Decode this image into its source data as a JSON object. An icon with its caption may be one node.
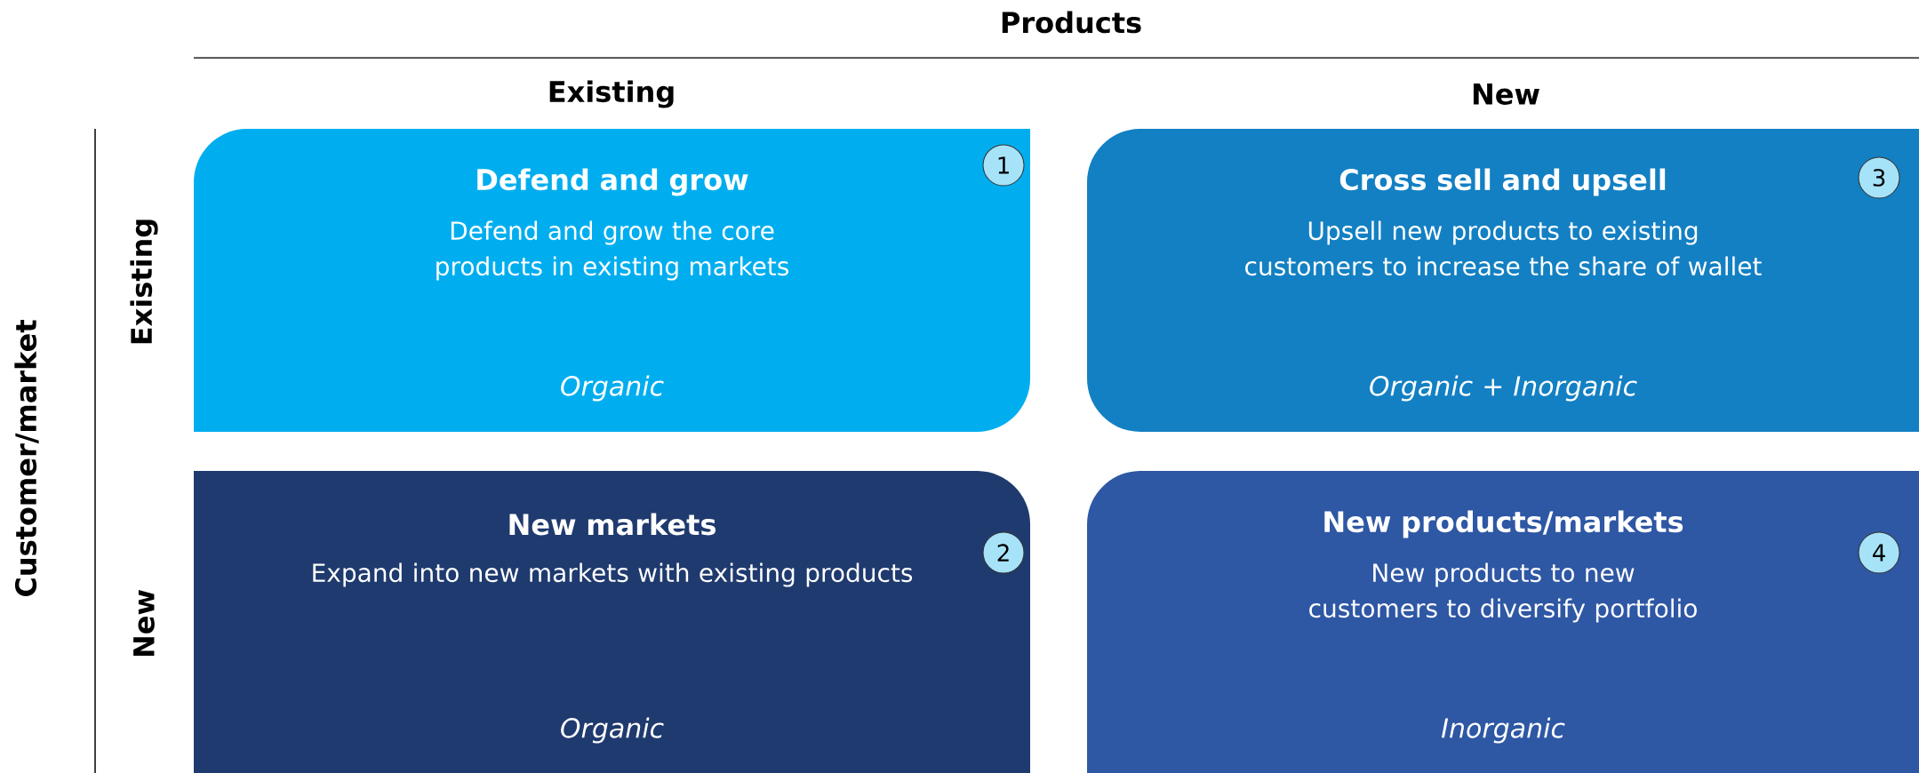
{
  "diagram": {
    "title": "Products",
    "nodes": [
      {
        "text": [
          "Defend and grow",
          "Defend and grow the core products in existing markets",
          "Organic"
        ]
      },
      {
        "text": [
          "1"
        ],
        "in": 0
      },
      {
        "text": [
          "Cross sell and upsell",
          "Upsell new products to existing customers to increase the share of wallet",
          "Organic + Inorganic"
        ]
      },
      {
        "text": [
          "3"
        ],
        "in": 2
      },
      {
        "text": [
          "New markets",
          "Expand into new markets with existing products",
          "Organic"
        ]
      },
      {
        "text": [
          "2"
        ],
        "in": 4
      },
      {
        "text": [
          "New products/markets",
          "New products to new customers to diversify portfolio",
          "Inorganic"
        ]
      },
      {
        "text": [
          "4"
        ],
        "in": 6
      }
    ],
    "labels": [
      "Existing",
      "New",
      "Customer/market",
      "Existing",
      "New"
    ]
  }
}
